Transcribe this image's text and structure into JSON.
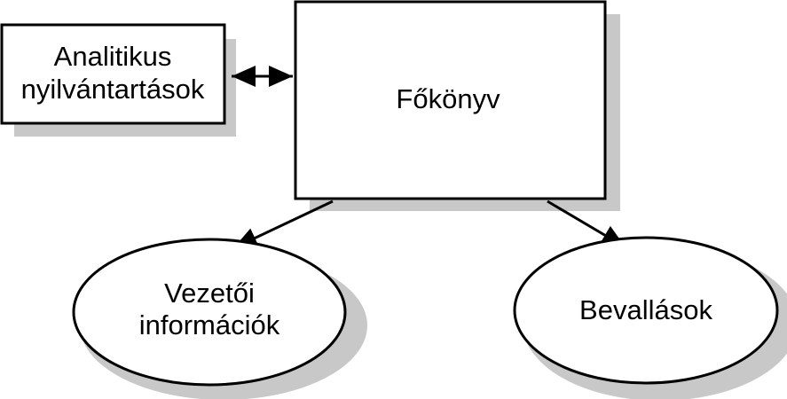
{
  "diagram": {
    "nodes": {
      "main_ledger": {
        "label": "Főkönyv"
      },
      "subsidiary": {
        "line1": "Analitikus",
        "line2": "nyilvántartások"
      },
      "management": {
        "line1": "Vezetői",
        "line2": "információk"
      },
      "returns": {
        "label": "Bevallások"
      }
    },
    "colors": {
      "shadow": "#c8c8c8",
      "stroke": "#000000",
      "fill": "#ffffff"
    }
  }
}
